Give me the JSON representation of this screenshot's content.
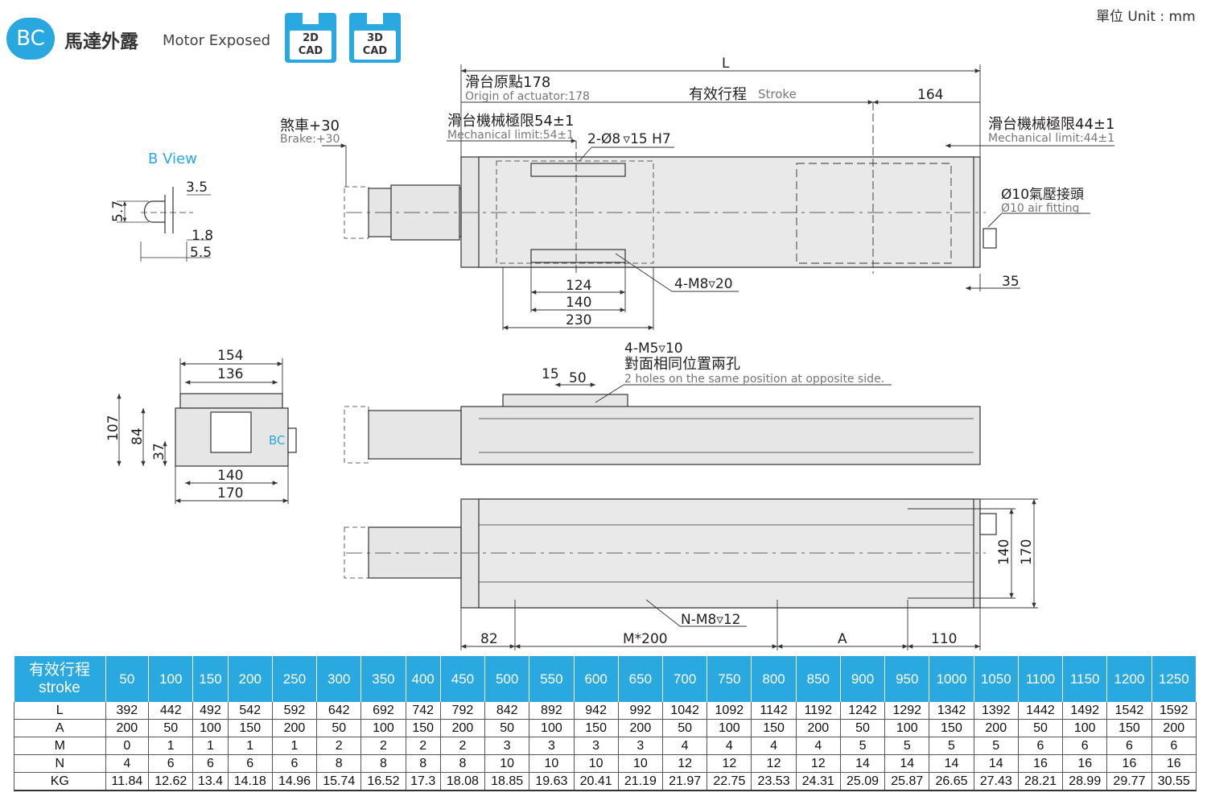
{
  "header": {
    "badge": "BC",
    "title_zh": "馬達外露",
    "title_en": "Motor Exposed",
    "cad_buttons": [
      {
        "top": "2D",
        "bottom": "CAD"
      },
      {
        "top": "3D",
        "bottom": "CAD"
      }
    ],
    "unit": "單位 Unit : mm",
    "accent_color": "#29a7df"
  },
  "drawing": {
    "b_view": {
      "title": "B View",
      "dims": [
        "3.5",
        "5.7",
        "1.8",
        "5.5"
      ]
    },
    "top_view": {
      "L": "L",
      "origin_zh": "滑台原點178",
      "origin_en": "Origin of actuator:178",
      "stroke_zh": "有效行程",
      "stroke_en": "Stroke",
      "d164": "164",
      "brake_zh": "煞車+30",
      "brake_en": "Brake:+30",
      "mech_left_zh": "滑台機械極限54±1",
      "mech_left_en": "Mechanical limit:54±1",
      "mech_right_zh": "滑台機械極限44±1",
      "mech_right_en": "Mechanical limit:44±1",
      "pin_hole": "2-Ø8 ▿15 H7",
      "air_zh": "Ø10氣壓接頭",
      "air_en": "Ø10 air fitting",
      "tap": "4-M8▿20",
      "d124": "124",
      "d140": "140",
      "d230": "230",
      "d35": "35"
    },
    "side_view": {
      "m5": "4-M5▿10",
      "opp_zh": "對面相同位置兩孔",
      "opp_en": "2 holes on the same position at opposite side.",
      "d15": "15",
      "d50": "50"
    },
    "end_view": {
      "d154": "154",
      "d136": "136",
      "d107": "107",
      "d84": "84",
      "d37": "37",
      "d140": "140",
      "d170": "170",
      "bc": "BC"
    },
    "bottom_view": {
      "nm8": "N-M8▿12",
      "d82": "82",
      "m200": "M*200",
      "A": "A",
      "d110": "110",
      "d140": "140",
      "d170": "170"
    }
  },
  "table": {
    "header_zh": "有效行程",
    "header_en": "stroke",
    "strokes": [
      "50",
      "100",
      "150",
      "200",
      "250",
      "300",
      "350",
      "400",
      "450",
      "500",
      "550",
      "600",
      "650",
      "700",
      "750",
      "800",
      "850",
      "900",
      "950",
      "1000",
      "1050",
      "1100",
      "1150",
      "1200",
      "1250"
    ],
    "rows": [
      {
        "label": "L",
        "values": [
          "392",
          "442",
          "492",
          "542",
          "592",
          "642",
          "692",
          "742",
          "792",
          "842",
          "892",
          "942",
          "992",
          "1042",
          "1092",
          "1142",
          "1192",
          "1242",
          "1292",
          "1342",
          "1392",
          "1442",
          "1492",
          "1542",
          "1592"
        ]
      },
      {
        "label": "A",
        "values": [
          "200",
          "50",
          "100",
          "150",
          "200",
          "50",
          "100",
          "150",
          "200",
          "50",
          "100",
          "150",
          "200",
          "50",
          "100",
          "150",
          "200",
          "50",
          "100",
          "150",
          "200",
          "50",
          "100",
          "150",
          "200"
        ]
      },
      {
        "label": "M",
        "values": [
          "0",
          "1",
          "1",
          "1",
          "1",
          "2",
          "2",
          "2",
          "2",
          "3",
          "3",
          "3",
          "3",
          "4",
          "4",
          "4",
          "4",
          "5",
          "5",
          "5",
          "5",
          "6",
          "6",
          "6",
          "6"
        ]
      },
      {
        "label": "N",
        "values": [
          "4",
          "6",
          "6",
          "6",
          "6",
          "8",
          "8",
          "8",
          "8",
          "10",
          "10",
          "10",
          "10",
          "12",
          "12",
          "12",
          "12",
          "14",
          "14",
          "14",
          "14",
          "16",
          "16",
          "16",
          "16"
        ]
      },
      {
        "label": "KG",
        "values": [
          "11.84",
          "12.62",
          "13.4",
          "14.18",
          "14.96",
          "15.74",
          "16.52",
          "17.3",
          "18.08",
          "18.85",
          "19.63",
          "20.41",
          "21.19",
          "21.97",
          "22.75",
          "23.53",
          "24.31",
          "25.09",
          "25.87",
          "26.65",
          "27.43",
          "28.21",
          "28.99",
          "29.77",
          "30.55"
        ]
      }
    ]
  }
}
